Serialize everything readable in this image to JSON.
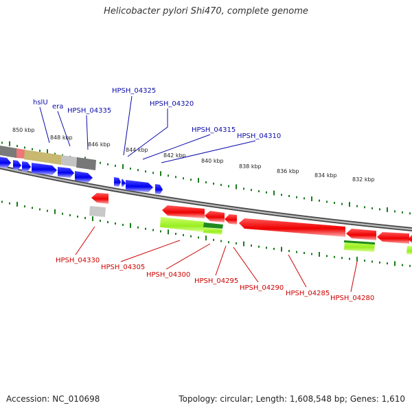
{
  "title": "Helicobacter pylori Shi470, complete genome",
  "footer": {
    "accession": "Accession: NC_010698",
    "summary": "Topology: circular; Length: 1,608,548 bp; Genes: 1,610"
  },
  "colors": {
    "forward_gene": "#0000ee",
    "reverse_gene": "#ee0000",
    "forward_label": "#0a0aa8",
    "reverse_label": "#cc0000",
    "tick_mark": "#1a7a1a",
    "backbone": "#888888",
    "cds_feature": "#99ee22"
  },
  "ruler": {
    "unit": "kbp",
    "ticks": [
      {
        "label": "850 kbp"
      },
      {
        "label": "848 kbp"
      },
      {
        "label": "846 kbp"
      },
      {
        "label": "844 kbp"
      },
      {
        "label": "842 kbp"
      },
      {
        "label": "840 kbp"
      },
      {
        "label": "838 kbp"
      },
      {
        "label": "836 kbp"
      },
      {
        "label": "834 kbp"
      },
      {
        "label": "832 kbp"
      }
    ]
  },
  "forward_labels": [
    {
      "name": "hslU"
    },
    {
      "name": "era"
    },
    {
      "name": "HPSH_04335"
    },
    {
      "name": "HPSH_04325"
    },
    {
      "name": "HPSH_04320"
    },
    {
      "name": "HPSH_04315"
    },
    {
      "name": "HPSH_04310"
    }
  ],
  "reverse_labels": [
    {
      "name": "HPSH_04330"
    },
    {
      "name": "HPSH_04305"
    },
    {
      "name": "HPSH_04300"
    },
    {
      "name": "HPSH_04295"
    },
    {
      "name": "HPSH_04290"
    },
    {
      "name": "HPSH_04285"
    },
    {
      "name": "HPSH_04280"
    }
  ]
}
